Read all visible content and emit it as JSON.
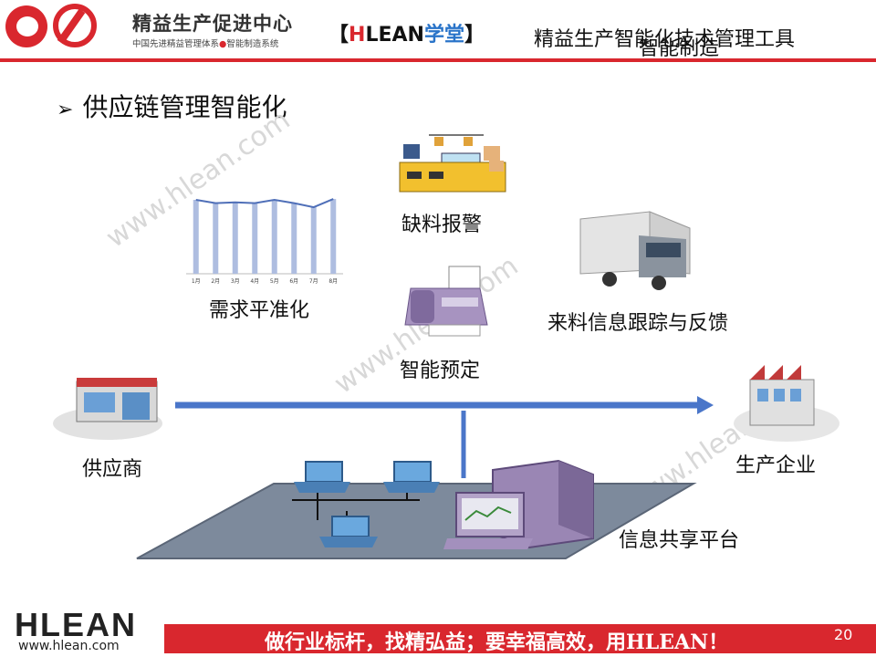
{
  "header": {
    "org_name": "精益生产促进中心",
    "org_sub_1": "中国先进精益管理体系",
    "org_sub_bullet": "●",
    "org_sub_2": "智能制造系统",
    "academy_open": "【",
    "academy_h": "H",
    "academy_lean": "LEAN",
    "academy_cn": "学堂",
    "academy_close": "】",
    "title_primary": "精益生产智能化技术管理工具",
    "title_overlap": "智能制造"
  },
  "heading": {
    "arrow": "➢",
    "text": "供应链管理智能化"
  },
  "labels": {
    "shortage": "缺料报警",
    "demand": "需求平准化",
    "smart_order": "智能预定",
    "tracking": "来料信息跟踪与反馈",
    "supplier": "供应商",
    "manufacturer": "生产企业",
    "platform": "信息共享平台"
  },
  "watermark": "www.hlean.com",
  "footer": {
    "logo": "HLEAN",
    "url": "www.hlean.com",
    "slogan": "做行业标杆，找精弘益；要幸福高效，用HLEAN！",
    "page": "20"
  },
  "chart_data": {
    "type": "bar",
    "categories": [
      "1月",
      "2月",
      "3月",
      "4月",
      "5月",
      "6月",
      "7月",
      "8月"
    ],
    "values": [
      9,
      8.6,
      8.7,
      8.6,
      9,
      8.6,
      8.1,
      9.1
    ],
    "series": [
      {
        "values": [
          9,
          8.6,
          8.7,
          8.6,
          9,
          8.6,
          8.1,
          9.1
        ],
        "style": "bar"
      },
      {
        "values": [
          9,
          8.6,
          8.7,
          8.6,
          9,
          8.6,
          8.1,
          9.1
        ],
        "style": "line"
      }
    ],
    "ylim": [
      0,
      10
    ],
    "colors": {
      "bar": "#aebde0",
      "line": "#4f6fb8"
    }
  },
  "colors": {
    "brand_red": "#d9272e",
    "flow_blue": "#4a76c9",
    "platform_gray": "#7d8a9c"
  },
  "icons": {
    "factory_line": "factory-line-icon",
    "truck": "truck-icon",
    "fax": "fax-icon",
    "store": "store-icon",
    "factory": "factory-icon",
    "computer": "computer-icon",
    "server": "server-icon"
  }
}
